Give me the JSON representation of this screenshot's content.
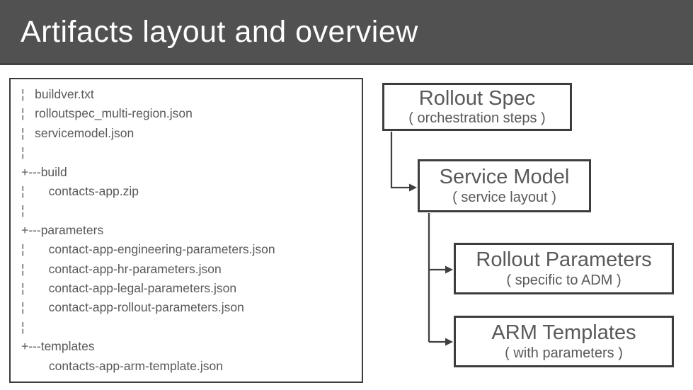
{
  "slide": {
    "title": "Artifacts layout and overview"
  },
  "tree": {
    "lines": [
      "¦   buildver.txt",
      "¦   rolloutspec_multi-region.json",
      "¦   servicemodel.json",
      "¦",
      "+---build",
      "¦       contacts-app.zip",
      "¦",
      "+---parameters",
      "¦       contact-app-engineering-parameters.json",
      "¦       contact-app-hr-parameters.json",
      "¦       contact-app-legal-parameters.json",
      "¦       contact-app-rollout-parameters.json",
      "¦",
      "+---templates",
      "        contacts-app-arm-template.json"
    ]
  },
  "boxes": [
    {
      "title": "Rollout Spec",
      "subtitle": "( orchestration steps )"
    },
    {
      "title": "Service Model",
      "subtitle": "( service layout )"
    },
    {
      "title": "Rollout Parameters",
      "subtitle": "( specific to ADM )"
    },
    {
      "title": "ARM Templates",
      "subtitle": "( with parameters )"
    }
  ],
  "colors": {
    "header_bg": "#515151",
    "header_edge": "#424242",
    "title_text": "#ffffff",
    "panel_border": "#3b3b3b",
    "box_border": "#3d3d3d",
    "body_text": "#595959",
    "connector": "#3f3f3f"
  }
}
